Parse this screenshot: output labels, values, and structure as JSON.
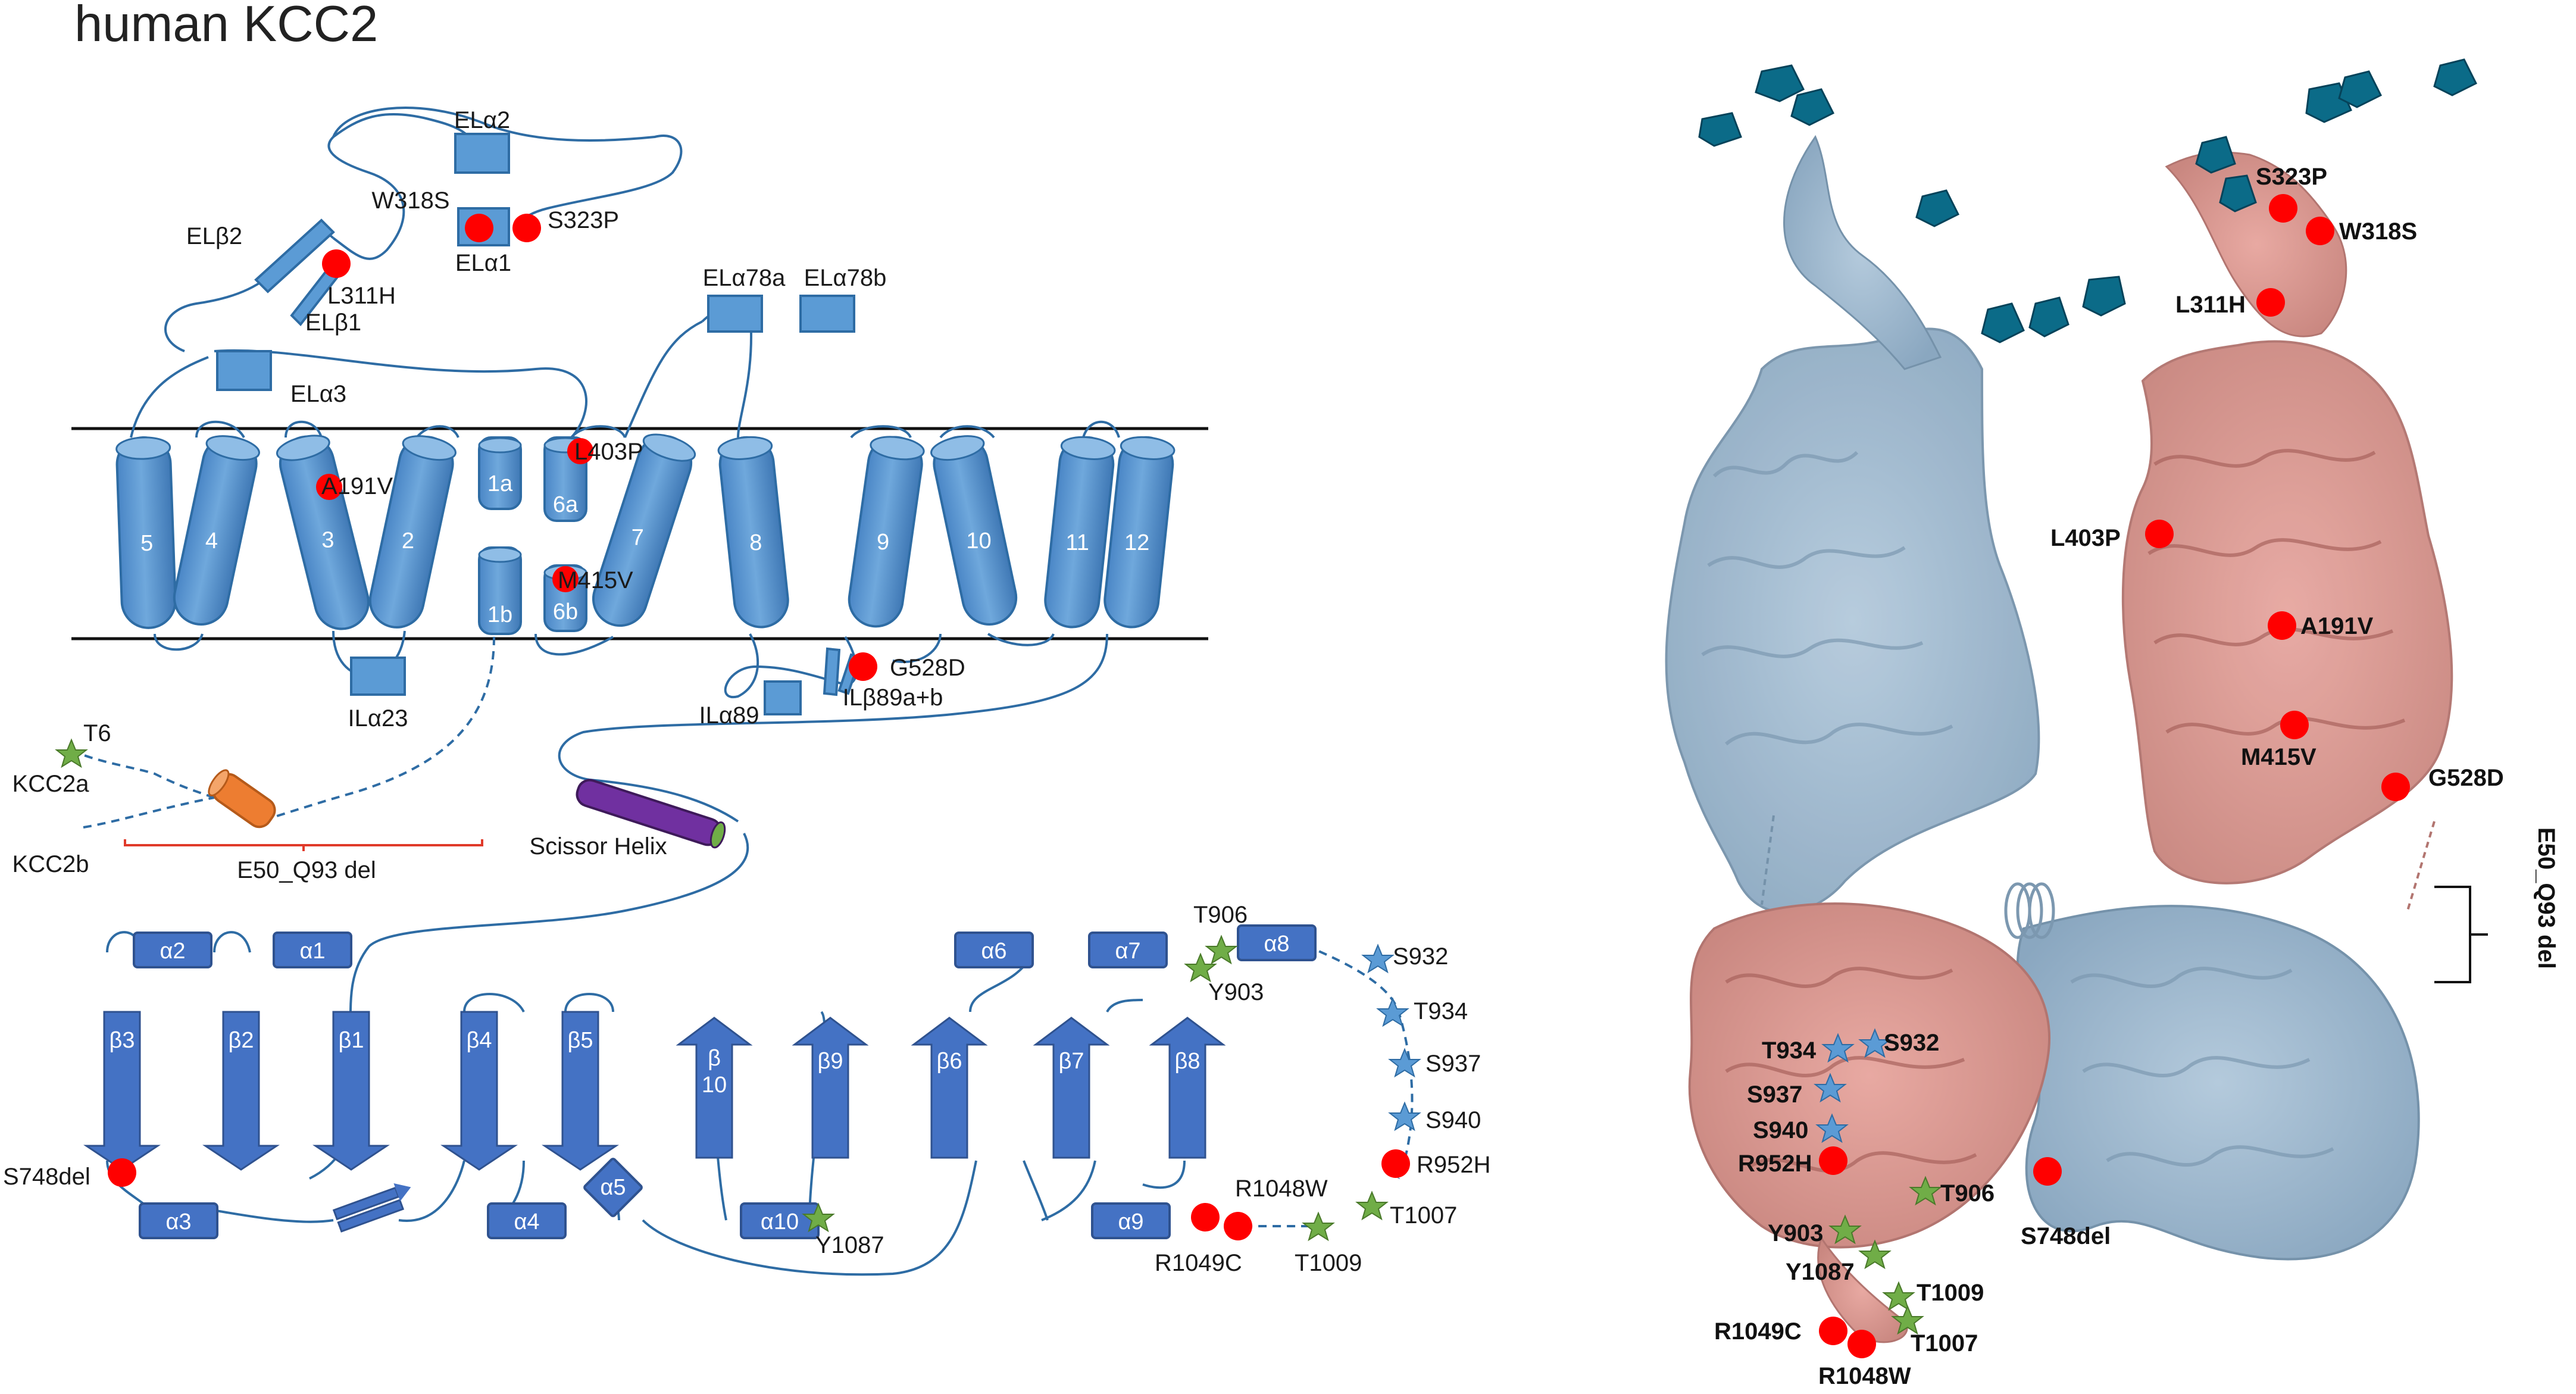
{
  "title": "human KCC2",
  "colors": {
    "helix": "#5b9bd5",
    "cyto": "#4472c4",
    "mutation": "#ff0000",
    "phospho_green": "#70ad47",
    "phospho_blue": "#5b9bd5",
    "scissor": "#7030a0",
    "nterm": "#ed7d31",
    "chain_a": "#d99590",
    "chain_b": "#9ab5cc",
    "glycan": "#0b6b88"
  },
  "tm_helices": [
    "5",
    "4",
    "3",
    "2",
    "1a",
    "1b",
    "6a",
    "6b",
    "7",
    "8",
    "9",
    "10",
    "11",
    "12"
  ],
  "extracellular": [
    "ELα2",
    "ELα1",
    "ELβ2",
    "ELβ1",
    "ELα3",
    "ELα78a",
    "ELα78b"
  ],
  "intracellular": [
    "ILα23",
    "ILα89",
    "ILβ89a+b"
  ],
  "cyto_helices": [
    "α2",
    "α1",
    "α3",
    "α4",
    "α5",
    "α6",
    "α7",
    "α8",
    "α9",
    "α10"
  ],
  "cyto_strands": [
    "β3",
    "β2",
    "β1",
    "β4",
    "β5",
    "β",
    "10",
    "β9",
    "β6",
    "β7",
    "β8"
  ],
  "mutations": [
    "W318S",
    "S323P",
    "L311H",
    "A191V",
    "L403P",
    "M415V",
    "G528D",
    "S748del",
    "R1049C",
    "R1048W",
    "R952H"
  ],
  "phospho_sites": [
    "T6",
    "T906",
    "Y903",
    "S932",
    "T934",
    "S937",
    "S940",
    "T1007",
    "T1009",
    "Y1087"
  ],
  "other_labels": {
    "kcc2a": "KCC2a",
    "kcc2b": "KCC2b",
    "deletion": "E50_Q93 del",
    "scissor": "Scissor Helix"
  },
  "structure_labels": {
    "s323p": "S323P",
    "w318s": "W318S",
    "l311h": "L311H",
    "l403p": "L403P",
    "a191v": "A191V",
    "m415v": "M415V",
    "g528d": "G528D",
    "e50_q93": "E50_Q93 del",
    "t934": "T934",
    "s932": "S932",
    "s937": "S937",
    "s940": "S940",
    "r952h": "R952H",
    "t906": "T906",
    "s748del": "S748del",
    "y903": "Y903",
    "y1087": "Y1087",
    "t1009": "T1009",
    "r1049c": "R1049C",
    "t1007": "T1007",
    "r1048w": "R1048W"
  }
}
